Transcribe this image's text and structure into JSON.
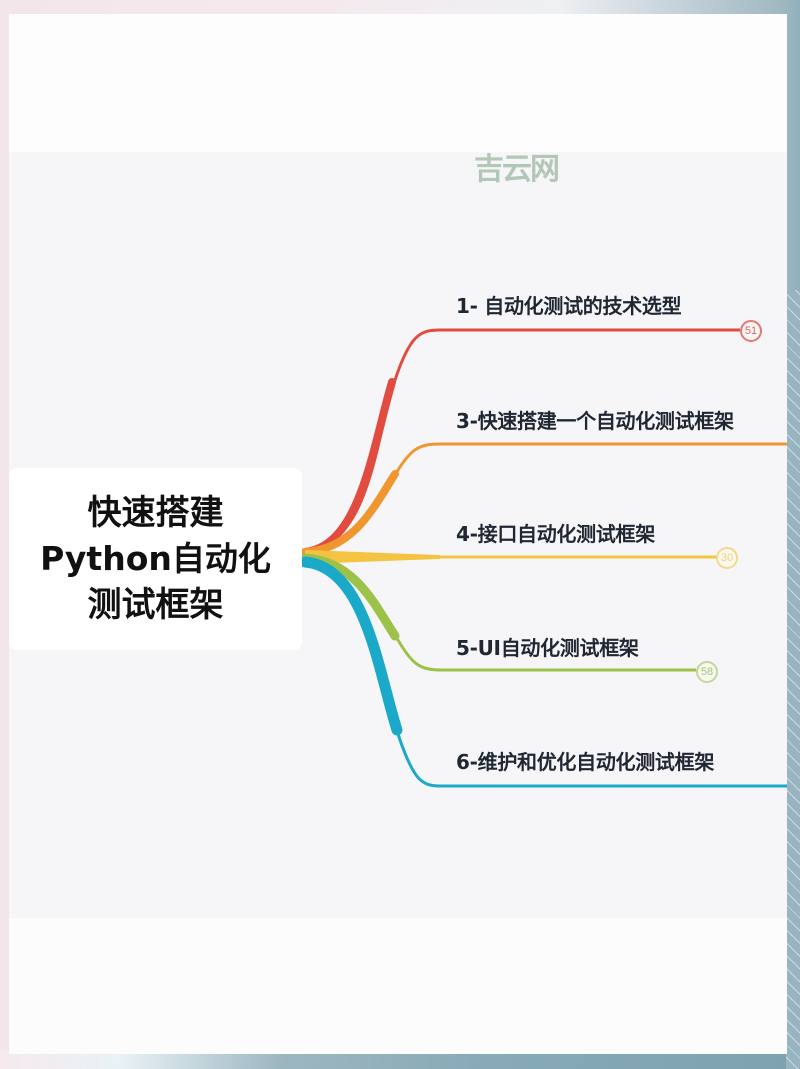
{
  "watermark": "吉云网",
  "mindmap": {
    "root": {
      "lines": [
        "快速搭建",
        "Python自动化",
        "测试框架"
      ]
    },
    "branches": [
      {
        "label": "1- 自动化测试的技术选型",
        "color": "#e24b3f",
        "badge": "51"
      },
      {
        "label": "3-快速搭建一个自动化测试框架",
        "color": "#f0962f",
        "badge": null
      },
      {
        "label": "4-接口自动化测试框架",
        "color": "#f5c342",
        "badge": "30"
      },
      {
        "label": "5-UI自动化测试框架",
        "color": "#9cc24a",
        "badge": "58"
      },
      {
        "label": "6-维护和优化自动化测试框架",
        "color": "#1ba9c9",
        "badge": null
      }
    ]
  },
  "colors": {
    "badge_51": "#e07a72",
    "badge_30": "#f3d98a",
    "badge_58": "#c4d69a"
  }
}
